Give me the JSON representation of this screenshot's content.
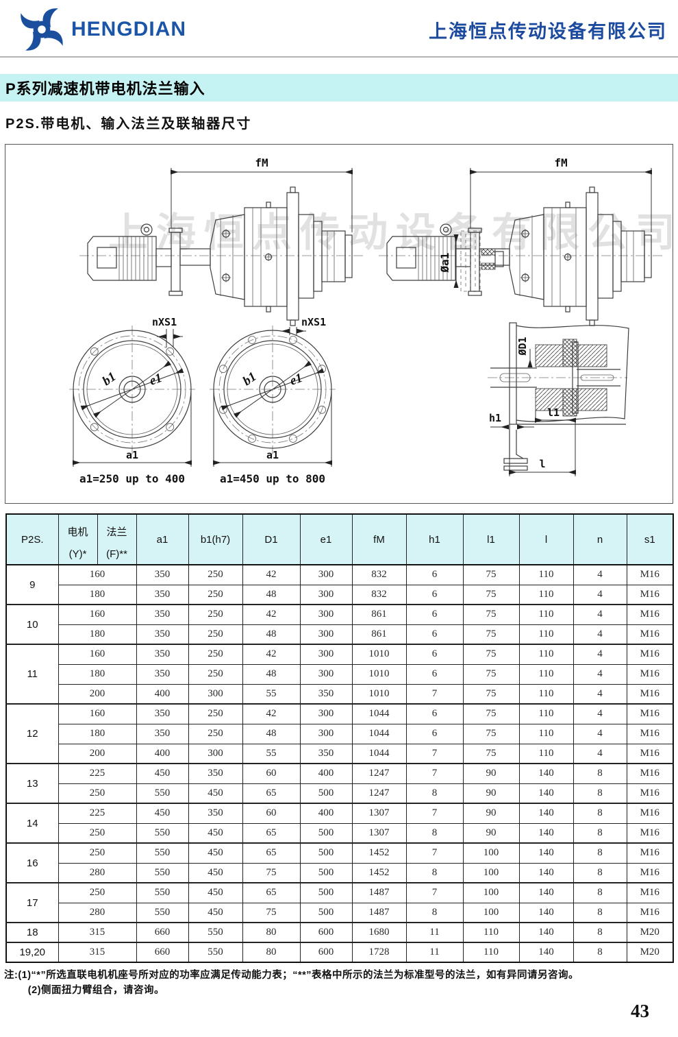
{
  "header": {
    "logo_text": "HENGDIAN",
    "company_name": "上海恒点传动设备有限公司"
  },
  "page": {
    "section_title": "P系列减速机带电机法兰输入",
    "subtitle": "P2S.带电机、输入法兰及联轴器尺寸",
    "watermark": "上海恒点传动设备有限公司",
    "page_number": "43"
  },
  "drawings": {
    "left_side_view": {
      "dim_label": "fM"
    },
    "right_side_view": {
      "dim_label": "fM",
      "flange_dia_label": "Øa1"
    },
    "flange_small": {
      "bolt_label": "nXS1",
      "b_label": "b1",
      "e_label": "e1",
      "a_label": "a1",
      "caption": "a1=250 up to 400",
      "holes": 4
    },
    "flange_large": {
      "bolt_label": "nXS1",
      "b_label": "b1",
      "e_label": "e1",
      "a_label": "a1",
      "caption": "a1=450 up to 800",
      "holes": 8
    },
    "shaft_detail": {
      "dia_label": "ØD1",
      "l1_label": "l1",
      "h1_label": "h1",
      "l_label": "l"
    }
  },
  "table": {
    "headers": {
      "model": "P2S.",
      "motor_line1": "电机",
      "motor_line2": "(Y)*",
      "flange_line1": "法兰",
      "flange_line2": "(F)**",
      "cols": [
        "a1",
        "b1(h7)",
        "D1",
        "e1",
        "fM",
        "h1",
        "l1",
        "l",
        "n",
        "s1"
      ]
    },
    "groups": [
      {
        "size": "9",
        "rows": [
          [
            "160",
            "350",
            "250",
            "42",
            "300",
            "832",
            "6",
            "75",
            "110",
            "4",
            "M16"
          ],
          [
            "180",
            "350",
            "250",
            "48",
            "300",
            "832",
            "6",
            "75",
            "110",
            "4",
            "M16"
          ]
        ]
      },
      {
        "size": "10",
        "rows": [
          [
            "160",
            "350",
            "250",
            "42",
            "300",
            "861",
            "6",
            "75",
            "110",
            "4",
            "M16"
          ],
          [
            "180",
            "350",
            "250",
            "48",
            "300",
            "861",
            "6",
            "75",
            "110",
            "4",
            "M16"
          ]
        ]
      },
      {
        "size": "11",
        "rows": [
          [
            "160",
            "350",
            "250",
            "42",
            "300",
            "1010",
            "6",
            "75",
            "110",
            "4",
            "M16"
          ],
          [
            "180",
            "350",
            "250",
            "48",
            "300",
            "1010",
            "6",
            "75",
            "110",
            "4",
            "M16"
          ],
          [
            "200",
            "400",
            "300",
            "55",
            "350",
            "1010",
            "7",
            "75",
            "110",
            "4",
            "M16"
          ]
        ]
      },
      {
        "size": "12",
        "rows": [
          [
            "160",
            "350",
            "250",
            "42",
            "300",
            "1044",
            "6",
            "75",
            "110",
            "4",
            "M16"
          ],
          [
            "180",
            "350",
            "250",
            "48",
            "300",
            "1044",
            "6",
            "75",
            "110",
            "4",
            "M16"
          ],
          [
            "200",
            "400",
            "300",
            "55",
            "350",
            "1044",
            "7",
            "75",
            "110",
            "4",
            "M16"
          ]
        ]
      },
      {
        "size": "13",
        "rows": [
          [
            "225",
            "450",
            "350",
            "60",
            "400",
            "1247",
            "7",
            "90",
            "140",
            "8",
            "M16"
          ],
          [
            "250",
            "550",
            "450",
            "65",
            "500",
            "1247",
            "8",
            "90",
            "140",
            "8",
            "M16"
          ]
        ]
      },
      {
        "size": "14",
        "rows": [
          [
            "225",
            "450",
            "350",
            "60",
            "400",
            "1307",
            "7",
            "90",
            "140",
            "8",
            "M16"
          ],
          [
            "250",
            "550",
            "450",
            "65",
            "500",
            "1307",
            "8",
            "90",
            "140",
            "8",
            "M16"
          ]
        ]
      },
      {
        "size": "16",
        "rows": [
          [
            "250",
            "550",
            "450",
            "65",
            "500",
            "1452",
            "7",
            "100",
            "140",
            "8",
            "M16"
          ],
          [
            "280",
            "550",
            "450",
            "75",
            "500",
            "1452",
            "8",
            "100",
            "140",
            "8",
            "M16"
          ]
        ]
      },
      {
        "size": "17",
        "rows": [
          [
            "250",
            "550",
            "450",
            "65",
            "500",
            "1487",
            "7",
            "100",
            "140",
            "8",
            "M16"
          ],
          [
            "280",
            "550",
            "450",
            "75",
            "500",
            "1487",
            "8",
            "100",
            "140",
            "8",
            "M16"
          ]
        ]
      },
      {
        "size": "18",
        "rows": [
          [
            "315",
            "660",
            "550",
            "80",
            "600",
            "1680",
            "11",
            "110",
            "140",
            "8",
            "M20"
          ]
        ]
      },
      {
        "size": "19,20",
        "rows": [
          [
            "315",
            "660",
            "550",
            "80",
            "600",
            "1728",
            "11",
            "110",
            "140",
            "8",
            "M20"
          ]
        ]
      }
    ]
  },
  "notes": {
    "line1": "注:(1)“*”所选直联电机机座号所对应的功率应满足传动能力表；“**”表格中所示的法兰为标准型号的法兰，如有异同请另咨询。",
    "line2": "(2)侧面扭力臂组合，请咨询。"
  },
  "colors": {
    "brand_blue": "#1b4a9e",
    "title_bar_cyan": "#c5f2f2",
    "table_header_cyan": "#d6f3f5"
  }
}
